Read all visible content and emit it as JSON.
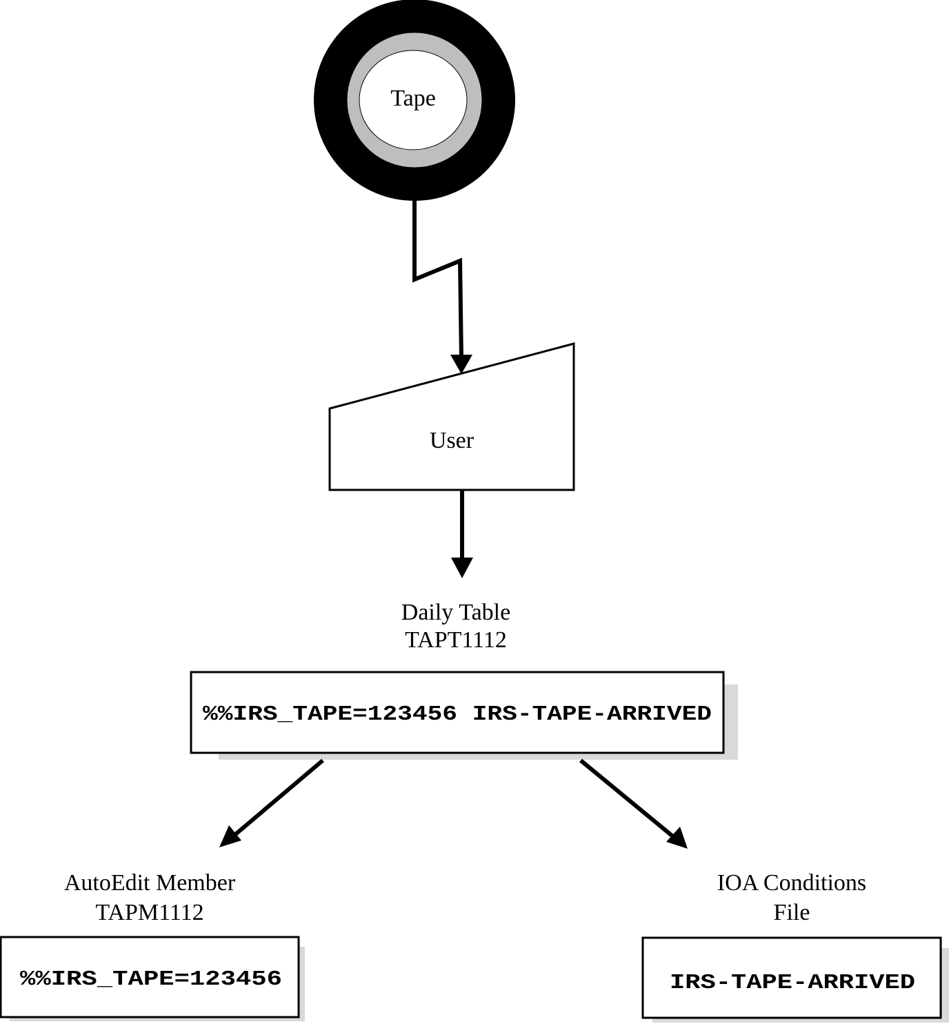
{
  "tape": {
    "label": "Tape"
  },
  "user": {
    "label": "User"
  },
  "daily_table": {
    "title": "Daily Table",
    "name": "TAPT1112",
    "content": "%%IRS_TAPE=123456 IRS-TAPE-ARRIVED"
  },
  "autoedit_member": {
    "title": "AutoEdit Member",
    "name": "TAPM1112",
    "content": "%%IRS_TAPE=123456"
  },
  "ioa_conditions": {
    "title": "IOA Conditions",
    "name": "File",
    "content": "IRS-TAPE-ARRIVED"
  },
  "colors": {
    "ink": "#000000",
    "tape_ring_inner": "#bebebe",
    "shadow": "#d9d9d9"
  }
}
